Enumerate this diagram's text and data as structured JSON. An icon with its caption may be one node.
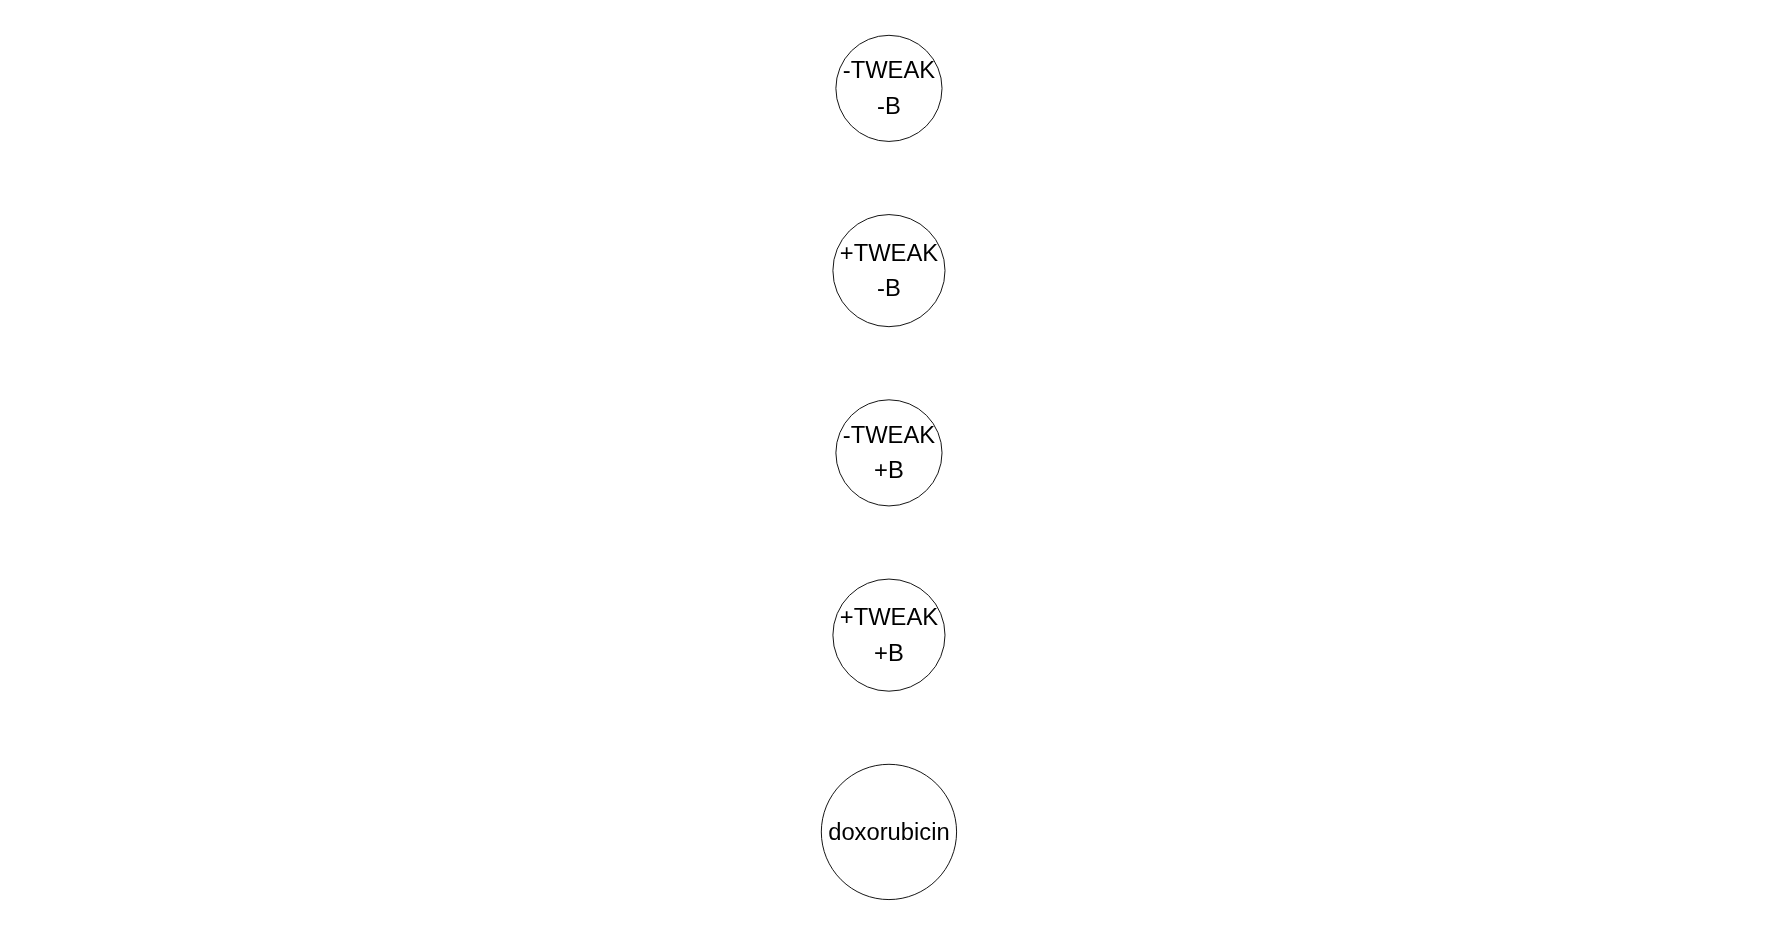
{
  "diagram": {
    "nodes": [
      {
        "text": [
          "-TWEAK",
          "-B"
        ]
      },
      {
        "text": [
          "+TWEAK",
          "-B"
        ]
      },
      {
        "text": [
          "-TWEAK",
          "+B"
        ]
      },
      {
        "text": [
          "+TWEAK",
          "+B"
        ]
      },
      {
        "text": [
          "doxorubicin"
        ]
      }
    ]
  }
}
